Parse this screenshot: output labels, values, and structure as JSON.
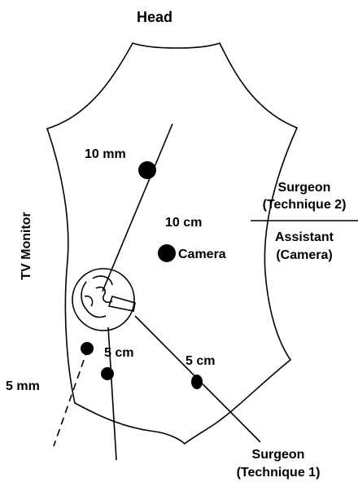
{
  "labels": {
    "head": "Head",
    "tv_monitor": "TV Monitor",
    "surgeon_technique2_line1": "Surgeon",
    "surgeon_technique2_line2": "(Technique 2)",
    "assistant_line1": "Assistant",
    "assistant_line2": "(Camera)",
    "surgeon_technique1_line1": "Surgeon",
    "surgeon_technique1_line2": "(Technique 1)",
    "trocar_10mm": "10 mm",
    "distance_10cm": "10 cm",
    "camera": "Camera",
    "distance_5cm_left": "5 cm",
    "distance_5cm_right": "5 cm",
    "trocar_5mm": "5 mm"
  },
  "colors": {
    "ink": "#000000",
    "background": "#ffffff"
  }
}
